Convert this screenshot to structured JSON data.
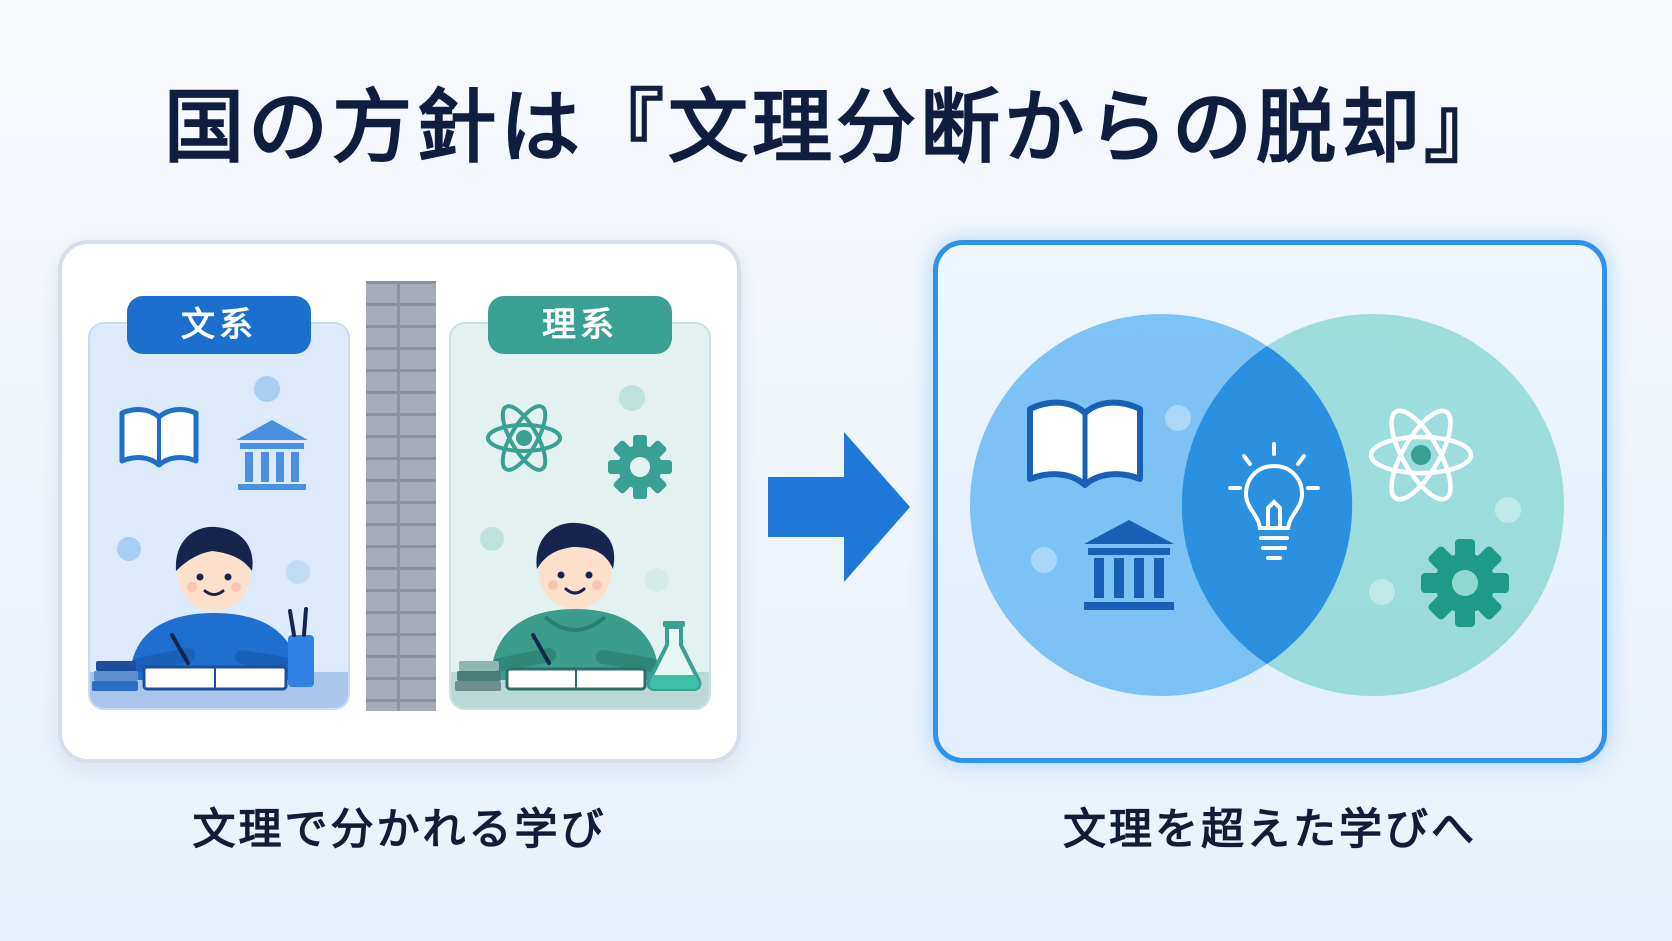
{
  "title": "国の方針は『文理分断からの脱却』",
  "left_panel": {
    "humanities_label": "文系",
    "science_label": "理系",
    "caption": "文理で分かれる学び"
  },
  "right_panel": {
    "caption": "文理を超えた学びへ"
  },
  "icons": {
    "humanities": [
      "book-icon",
      "building-icon"
    ],
    "science": [
      "atom-icon",
      "gear-icon",
      "flask-icon"
    ],
    "overlap": [
      "lightbulb-icon"
    ]
  },
  "colors": {
    "title": "#0f1d3f",
    "humanities": "#1d6fce",
    "science": "#3aa093",
    "accent_border": "#2e91ea",
    "arrow": "#1f78d8"
  }
}
